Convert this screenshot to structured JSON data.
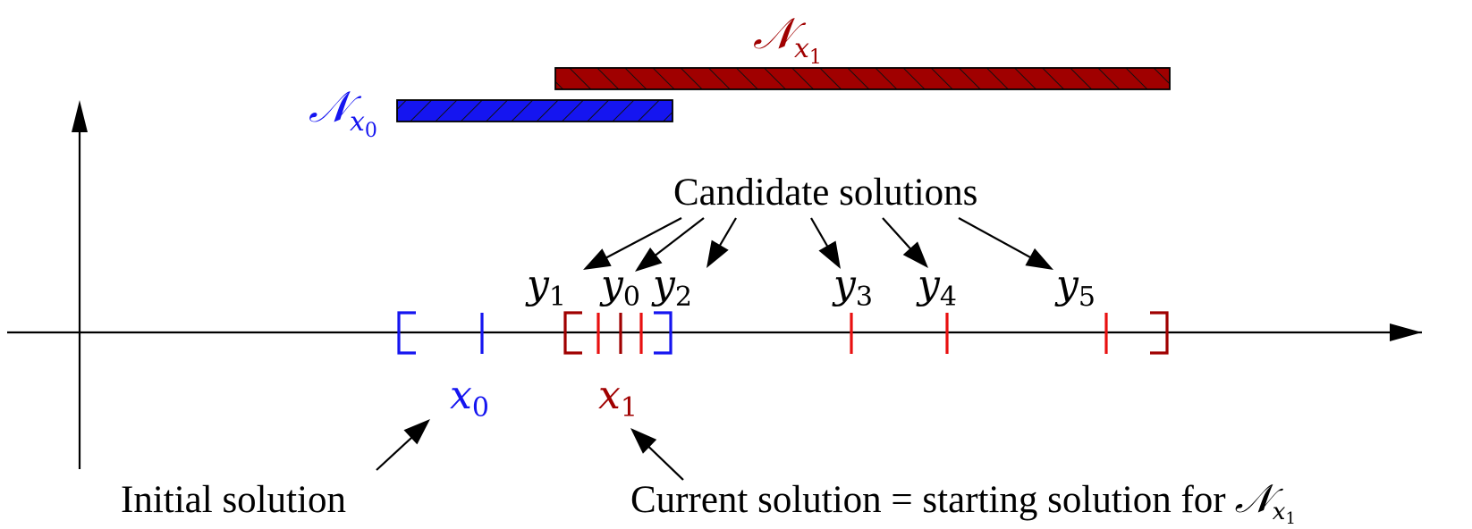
{
  "colors": {
    "blue": "#1515f0",
    "darkred": "#a00000",
    "red": "#e81010",
    "black": "#000000",
    "hatch": "#111111"
  },
  "neighborhoods": [
    {
      "id": "x0",
      "symbol": "𝒩",
      "subscript": "x",
      "subsub": "0",
      "color": "blue"
    },
    {
      "id": "x1",
      "symbol": "𝒩",
      "subscript": "x",
      "subsub": "1",
      "color": "darkred"
    }
  ],
  "points": {
    "x0": {
      "base": "x",
      "sub": "0"
    },
    "x1": {
      "base": "x",
      "sub": "1"
    }
  },
  "candidates": [
    {
      "id": "y1",
      "base": "y",
      "sub": "1"
    },
    {
      "id": "y0",
      "base": "y",
      "sub": "0"
    },
    {
      "id": "y2",
      "base": "y",
      "sub": "2"
    },
    {
      "id": "y3",
      "base": "y",
      "sub": "3"
    },
    {
      "id": "y4",
      "base": "y",
      "sub": "4"
    },
    {
      "id": "y5",
      "base": "y",
      "sub": "5"
    }
  ],
  "labels": {
    "candidate_solutions": "Candidate solutions",
    "initial_solution": "Initial solution",
    "current_solution": "Current solution = starting solution for",
    "current_solution_symbol": "𝒩",
    "current_solution_sub": "x",
    "current_solution_subsub": "1"
  }
}
